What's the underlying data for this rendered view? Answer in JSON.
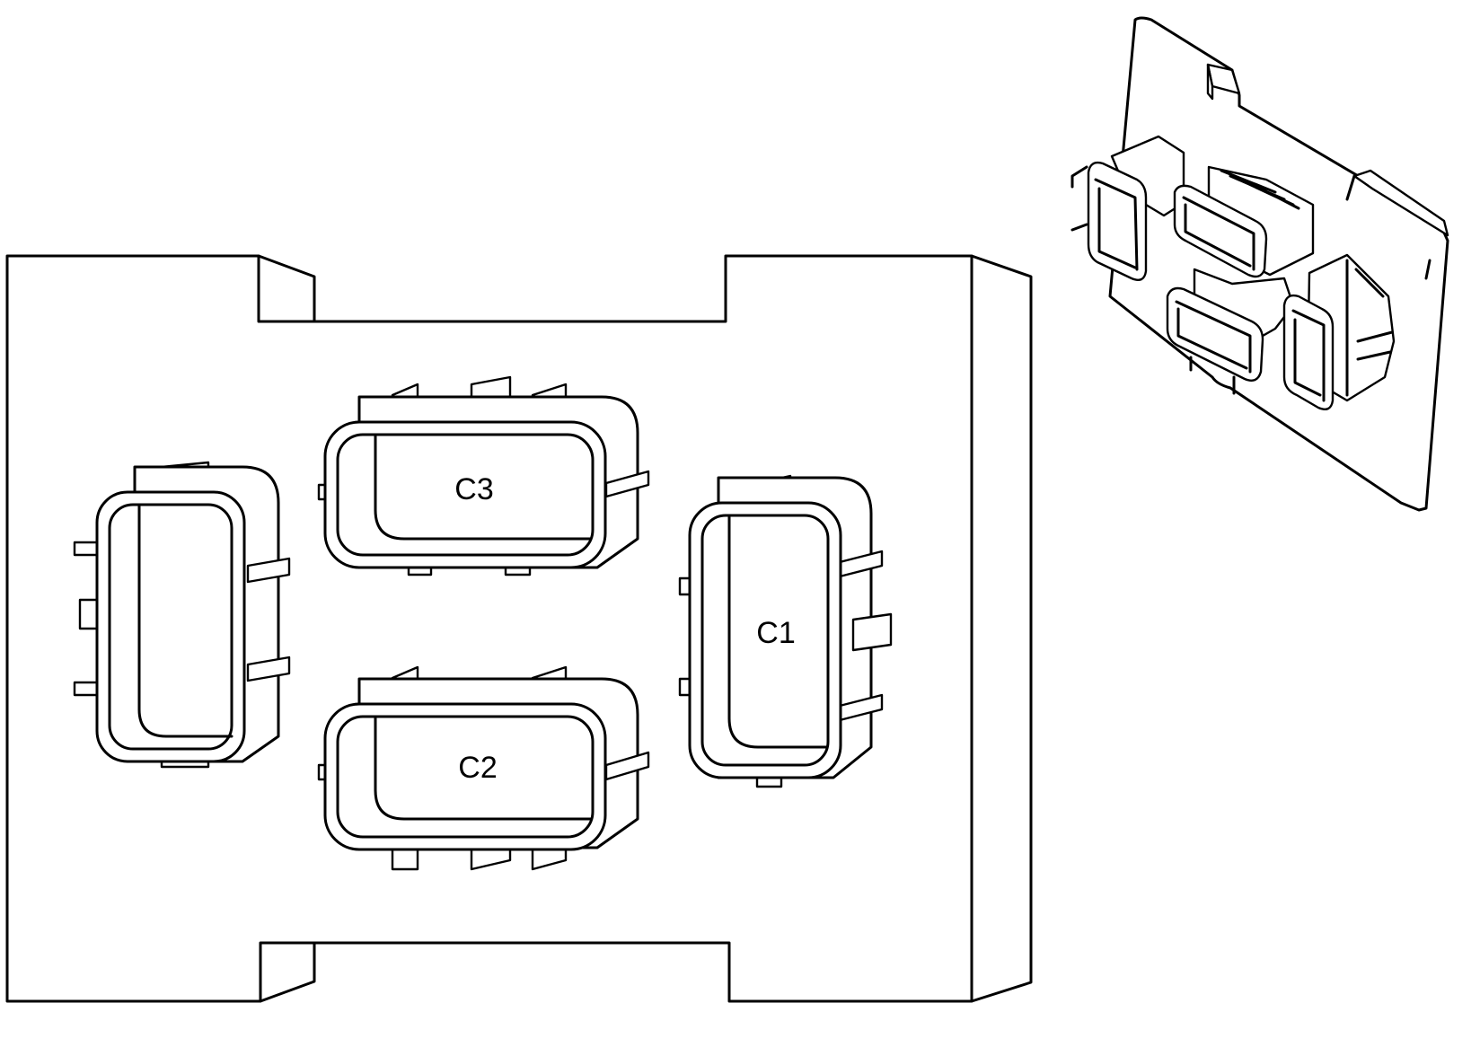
{
  "diagram": {
    "line_color": "#000000",
    "background_color": "#ffffff",
    "connectors": {
      "c1": {
        "label": "C1"
      },
      "c2": {
        "label": "C2"
      },
      "c3": {
        "label": "C3"
      }
    }
  }
}
